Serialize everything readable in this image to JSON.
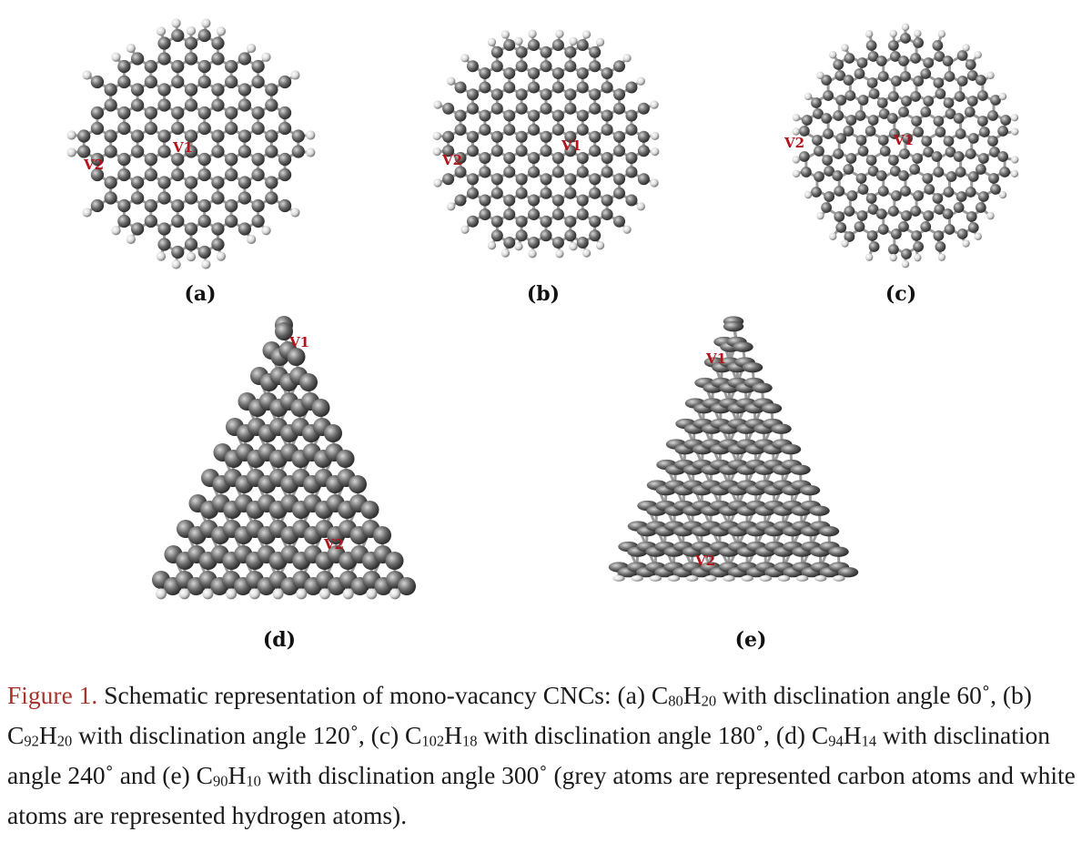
{
  "panels": [
    {
      "id": "a",
      "label": "(a)",
      "v1": "V1",
      "v2": "V2"
    },
    {
      "id": "b",
      "label": "(b)",
      "v1": "V1",
      "v2": "V2"
    },
    {
      "id": "c",
      "label": "(c)",
      "v1": "V1",
      "v2": "V2"
    },
    {
      "id": "d",
      "label": "(d)",
      "v1": "V1",
      "v2": "V2"
    },
    {
      "id": "e",
      "label": "(e)",
      "v1": "V1",
      "v2": "V2"
    }
  ],
  "caption": {
    "figure_number": "Figure 1.",
    "text_1": " Schematic representation of mono-vacancy CNCs: (a) C",
    "a_c": "80",
    "H_1": "H",
    "a_h": "20",
    "text_2": " with disclination angle 60˚, (b) C",
    "b_c": "92",
    "H_2": "H",
    "b_h": "20",
    "text_3": " with disclination angle 120˚, (c) C",
    "c_c": "102",
    "H_3": "H",
    "c_h": "18",
    "text_4": " with disclination angle 180˚, (d) C",
    "d_c": "94",
    "H_4": "H",
    "d_h": "14",
    "text_5": " with disclination angle 240˚ and (e) C",
    "e_c": "90",
    "H_5": "H",
    "e_h": "10",
    "text_6": " with disclination angle 300˚ (grey atoms are represented carbon atoms and white atoms are represented hydrogen atoms)."
  },
  "colors": {
    "carbon": "#6b6b6b",
    "hydrogen": "#d9d9d9",
    "label_red": "#b3141b",
    "caption_red": "#a8332b"
  }
}
